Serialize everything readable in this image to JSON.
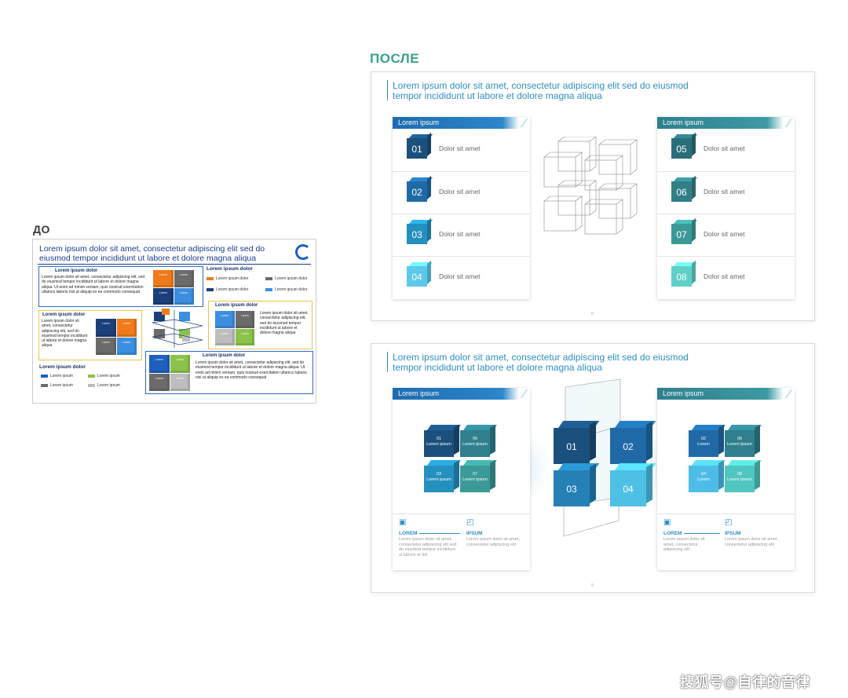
{
  "labels": {
    "before": "ДО",
    "after": "ПОСЛЕ"
  },
  "before": {
    "title": "Lorem ipsum dolor sit amet, consectetur adipiscing elit sed do eiusmod tempor incididunt ut labore et dolore magna aliqua",
    "box1": {
      "title": "Lorem ipsum dolor",
      "text": "Lorem ipsum dolor sit amet, consectetur adipiscing elit, sed do eiusmod tempor incididunt ut labore et dolore magna aliqua. Ut enim ad minim veniam, quis nostrud exercitation ullamco laboris nisi ut aliquip ex ea commodo consequat"
    },
    "box2": {
      "title": "Lorem ipsum dolor",
      "text": "Lorem ipsum dolor sit amet, consectetur adipiscing elit, sed do eiusmod tempor incididunt ut labore et dolore magna aliqua"
    },
    "legend_heading_right": "Lorem ipsum dolor",
    "legend_right": [
      "Lorem ipsum dolor",
      "Lorem ipsum dolor",
      "Lorem ipsum dolor",
      "Lorem ipsum dolor"
    ],
    "box3": {
      "title": "Lorem ipsum dolor",
      "text": "Lorem ipsum dolor sit amet, consectetur adipiscing elit, sed do eiusmod tempor incididunt ut labore et dolore magna aliqua"
    },
    "box4": {
      "title": "Lorem ipsum dolor",
      "text": "Lorem ipsum dolor sit amet, consectetur adipiscing elit, sed do eiusmod tempor incididunt ut labore et dolore magna aliqua. Ut enim ad minim veniam, quis nostrud exercitation ullamco laboris nisi ut aliquip ex ea commodo consequat"
    },
    "legend_heading_left": "Lorem ipsum dolor",
    "legend_left": [
      "Lorem ipsum",
      "Lorem ipsum",
      "Lorem ipsum",
      "Lorem ipsum"
    ],
    "cube_label": "Lorem",
    "colors": {
      "orange": "#f07a1a",
      "gray": "#6b6b6b",
      "navy": "#1b3f7a",
      "blue": "#3c8fe0",
      "green": "#8bc34a",
      "silver": "#bdbdbd"
    }
  },
  "slide1": {
    "title_line1": "Lorem ipsum dolor sit amet, consectetur adipiscing elit sed do eiusmod",
    "title_line2": "tempor incididunt ut labore et dolore magna aliqua",
    "left_panel": {
      "header": "Lorem ipsum",
      "rows": [
        {
          "num": "01",
          "text": "Dolor sit amet"
        },
        {
          "num": "02",
          "text": "Dolor sit amet"
        },
        {
          "num": "03",
          "text": "Dolor sit amet"
        },
        {
          "num": "04",
          "text": "Dolor sit amet"
        }
      ]
    },
    "right_panel": {
      "header": "Lorem ipsum",
      "rows": [
        {
          "num": "05",
          "text": "Dolor sit amet"
        },
        {
          "num": "06",
          "text": "Dolor sit amet"
        },
        {
          "num": "07",
          "text": "Dolor sit amet"
        },
        {
          "num": "08",
          "text": "Dolor sit amet"
        }
      ]
    },
    "page_number": "8",
    "colors": {
      "c01": "#1b4f7c",
      "c02": "#1f6aa6",
      "c03": "#2490c0",
      "c04": "#5cc8ea",
      "c05": "#2a6f78",
      "c06": "#317f86",
      "c07": "#3b9a97",
      "c08": "#5fd0c8"
    }
  },
  "slide2": {
    "title_line1": "Lorem ipsum dolor sit amet, consectetur adipiscing elit sed do eiusmod",
    "title_line2": "tempor incididunt ut labore et dolore magna aliqua",
    "left_panel": {
      "header": "Lorem ipsum",
      "cubes": [
        {
          "num": "01",
          "label": "Lorem ipsum"
        },
        {
          "num": "06",
          "label": "Lorem ipsum"
        },
        {
          "num": "03",
          "label": "Lorem ipsum"
        },
        {
          "num": "07",
          "label": "Lorem ipsum"
        }
      ],
      "foot_left_title": "LOREM",
      "foot_left_text": "Lorem ipsum dolor sit amet, consectetur adipiscing elit sed do eiusmod tempor incididunt ut labore et dol",
      "foot_right_title": "IPSUM",
      "foot_right_text": "Lorem ipsum dolor sit amet, consectetur adipiscing elit"
    },
    "center_cubes": [
      "01",
      "02",
      "03",
      "04"
    ],
    "right_panel": {
      "header": "Lorem ipsum",
      "cubes": [
        {
          "num": "02",
          "label": "Lorem"
        },
        {
          "num": "06",
          "label": "Lorem ipsum"
        },
        {
          "num": "04",
          "label": "Lorem"
        },
        {
          "num": "08",
          "label": "Lorem ipsum"
        }
      ],
      "foot_left_title": "LOREM",
      "foot_left_text": "Lorem ipsum dolor sit amet, consectetur adipiscing elit",
      "foot_right_title": "IPSUM",
      "foot_right_text": "Lorem ipsum dolor sit amet, consectetur adipiscing elit"
    },
    "page_number": "9"
  },
  "watermark": "搜狐号@自律的音律"
}
